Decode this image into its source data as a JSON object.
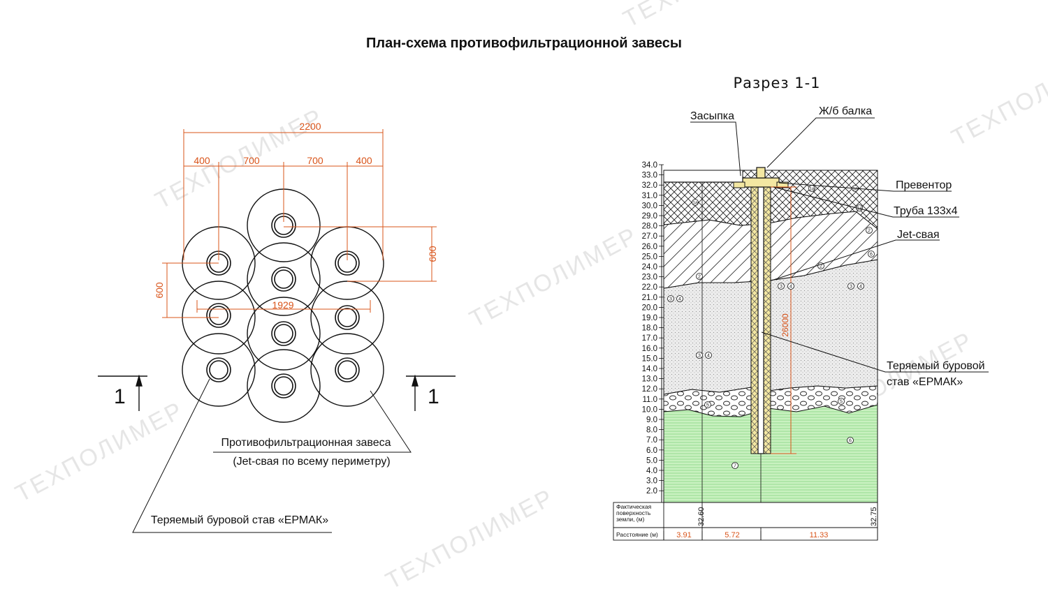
{
  "header": {
    "title": "План-схема противофильтрационной завесы"
  },
  "watermark": {
    "text": "ТЕХПОЛИМЕР"
  },
  "plan": {
    "dimensions": {
      "overall": "2200",
      "d1": "400",
      "d2": "700",
      "d3": "700",
      "d4": "400",
      "vertical_right": "600",
      "vertical_left": "600",
      "inner": "1929"
    },
    "section_mark_left": "1",
    "section_mark_right": "1",
    "callout_curtain_line1": "Противофильтрационная завеса",
    "callout_curtain_line2": "(Jet-свая по всему периметру)",
    "callout_pipe": "Теряемый буровой став «ЕРМАК»"
  },
  "section": {
    "title": "Разрез  1-1",
    "labels": {
      "backfill": "Засыпка",
      "beam": "Ж/б балка",
      "preventer": "Превентор",
      "pipe": "Труба 133х4",
      "jet_pile": "Jet-свая",
      "lost_rod_line1": "Теряемый буровой",
      "lost_rod_line2": "став «ЕРМАК»"
    },
    "pile_depth": "26000",
    "elevations": [
      "34.0",
      "33.0",
      "32.0",
      "31.0",
      "30.0",
      "29.0",
      "28.0",
      "27.0",
      "26.0",
      "25.0",
      "24.0",
      "23.0",
      "22.0",
      "21.0",
      "20.0",
      "19.0",
      "18.0",
      "17.0",
      "16.0",
      "15.0",
      "14.0",
      "13.0",
      "12.0",
      "11.0",
      "10.0",
      "9.0",
      "8.0",
      "7.0",
      "6.0",
      "5.0",
      "4.0",
      "3.0",
      "2.0"
    ],
    "soil_marks": [
      "1а",
      "1а",
      "1а",
      "1а",
      "2",
      "2",
      "2",
      "3",
      "4",
      "3",
      "4",
      "3",
      "4",
      "3",
      "4",
      "5",
      "5",
      "6",
      "6",
      "7"
    ],
    "table": {
      "row1_label_line1": "Фактическая",
      "row1_label_line2": "поверхность",
      "row1_label_line3": "земли, (м)",
      "row2_label": "Расстояние (м)",
      "surface_left": "32.60",
      "surface_right": "32.75",
      "dist1": "3.91",
      "dist2": "5.72",
      "dist3": "11.33"
    },
    "colors": {
      "dimension": "#d9541a",
      "clay_green": "#c9f1c0"
    }
  }
}
